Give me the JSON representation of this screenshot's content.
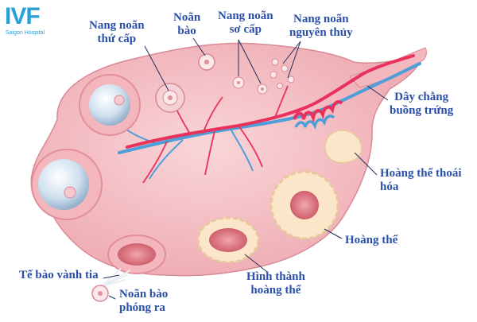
{
  "logo": {
    "mark": "IVF",
    "subtitle": "Saigon Hospital"
  },
  "labels": {
    "secondary_follicle": [
      "Nang noãn",
      "thứ cấp"
    ],
    "oocyte": [
      "Noãn",
      "bào"
    ],
    "primary_follicle": [
      "Nang noãn",
      "sơ cấp"
    ],
    "primordial_follicle": [
      "Nang noãn",
      "nguyên thủy"
    ],
    "ovarian_ligament": [
      "Dây chằng",
      "buồng trứng"
    ],
    "corpus_albicans": [
      "Hoàng thể thoái",
      "hóa"
    ],
    "corpus_luteum": [
      "Hoàng thể"
    ],
    "forming_corpus_luteum": [
      "Hình thành",
      "hoàng thể"
    ],
    "corona_radiata": [
      "Tế bào vành tia"
    ],
    "released_oocyte": [
      "Noãn bào",
      "phóng ra"
    ]
  },
  "colors": {
    "label_text": "#2a4fa8",
    "ovary": "#f6c9cd",
    "artery": "#e8325c",
    "vein": "#4e9ed8",
    "luteum": "#fbe6c9"
  }
}
